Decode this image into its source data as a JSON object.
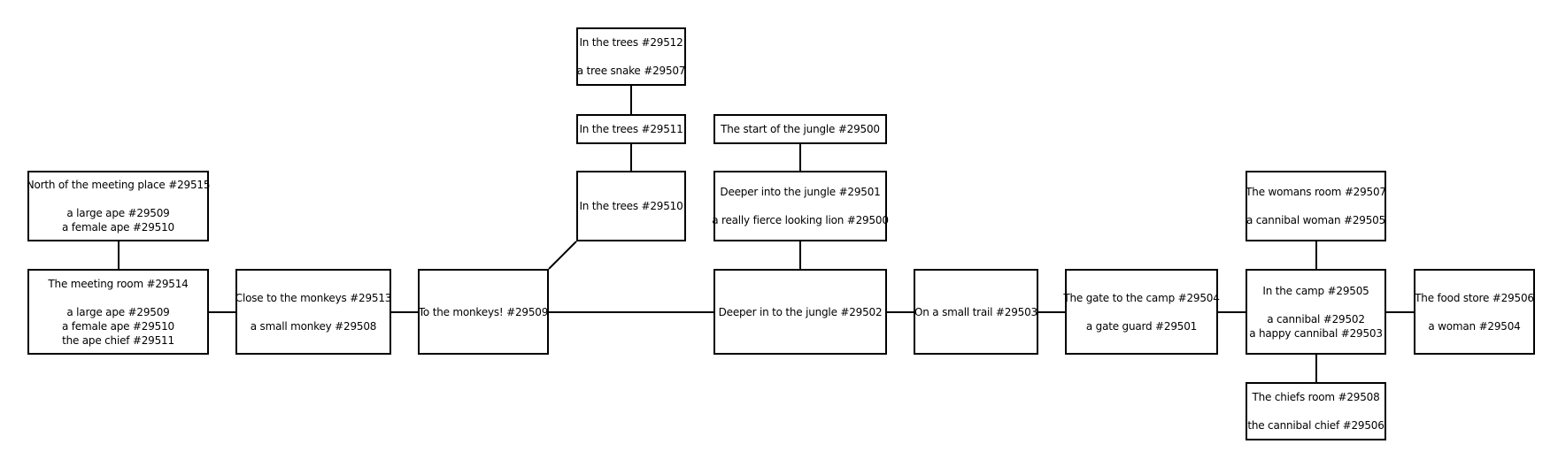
{
  "rooms": [
    {
      "id": "r29512",
      "title": "In the trees #29512",
      "mobs": [
        "a tree snake #29507"
      ]
    },
    {
      "id": "r29511",
      "title": "In the trees #29511",
      "mobs": []
    },
    {
      "id": "r29510",
      "title": "In the trees #29510",
      "mobs": []
    },
    {
      "id": "r29500",
      "title": "The start of the jungle #29500",
      "mobs": []
    },
    {
      "id": "r29501",
      "title": "Deeper into the jungle #29501",
      "mobs": [
        "a really fierce looking lion #29500"
      ]
    },
    {
      "id": "r29515",
      "title": "North of the meeting place #29515",
      "mobs": [
        "a large ape #29509",
        "a female ape #29510"
      ]
    },
    {
      "id": "r29514",
      "title": "The meeting room #29514",
      "mobs": [
        "a large ape #29509",
        "a female ape #29510",
        "the ape chief #29511"
      ]
    },
    {
      "id": "r29513",
      "title": "Close to the monkeys #29513",
      "mobs": [
        "a small monkey #29508"
      ]
    },
    {
      "id": "r29509",
      "title": "To the monkeys! #29509",
      "mobs": []
    },
    {
      "id": "r29502",
      "title": "Deeper in to the jungle #29502",
      "mobs": []
    },
    {
      "id": "r29503",
      "title": "On a small trail #29503",
      "mobs": []
    },
    {
      "id": "r29504",
      "title": "The gate to the camp #29504",
      "mobs": [
        "a gate guard #29501"
      ]
    },
    {
      "id": "r29507",
      "title": "The womans room #29507",
      "mobs": [
        "a cannibal woman #29505"
      ]
    },
    {
      "id": "r29505",
      "title": "In the camp #29505",
      "mobs": [
        "a cannibal #29502",
        "a happy cannibal #29503"
      ]
    },
    {
      "id": "r29506",
      "title": "The food store #29506",
      "mobs": [
        "a woman #29504"
      ]
    },
    {
      "id": "r29508",
      "title": "The chiefs room #29508",
      "mobs": [
        "the cannibal chief #29506"
      ]
    }
  ],
  "links": [
    [
      "r29512",
      "r29511"
    ],
    [
      "r29511",
      "r29510"
    ],
    [
      "r29510",
      "r29509"
    ],
    [
      "r29500",
      "r29501"
    ],
    [
      "r29501",
      "r29502"
    ],
    [
      "r29515",
      "r29514"
    ],
    [
      "r29514",
      "r29513"
    ],
    [
      "r29513",
      "r29509"
    ],
    [
      "r29509",
      "r29502"
    ],
    [
      "r29502",
      "r29503"
    ],
    [
      "r29503",
      "r29504"
    ],
    [
      "r29504",
      "r29505"
    ],
    [
      "r29507",
      "r29505"
    ],
    [
      "r29505",
      "r29506"
    ],
    [
      "r29505",
      "r29508"
    ]
  ]
}
